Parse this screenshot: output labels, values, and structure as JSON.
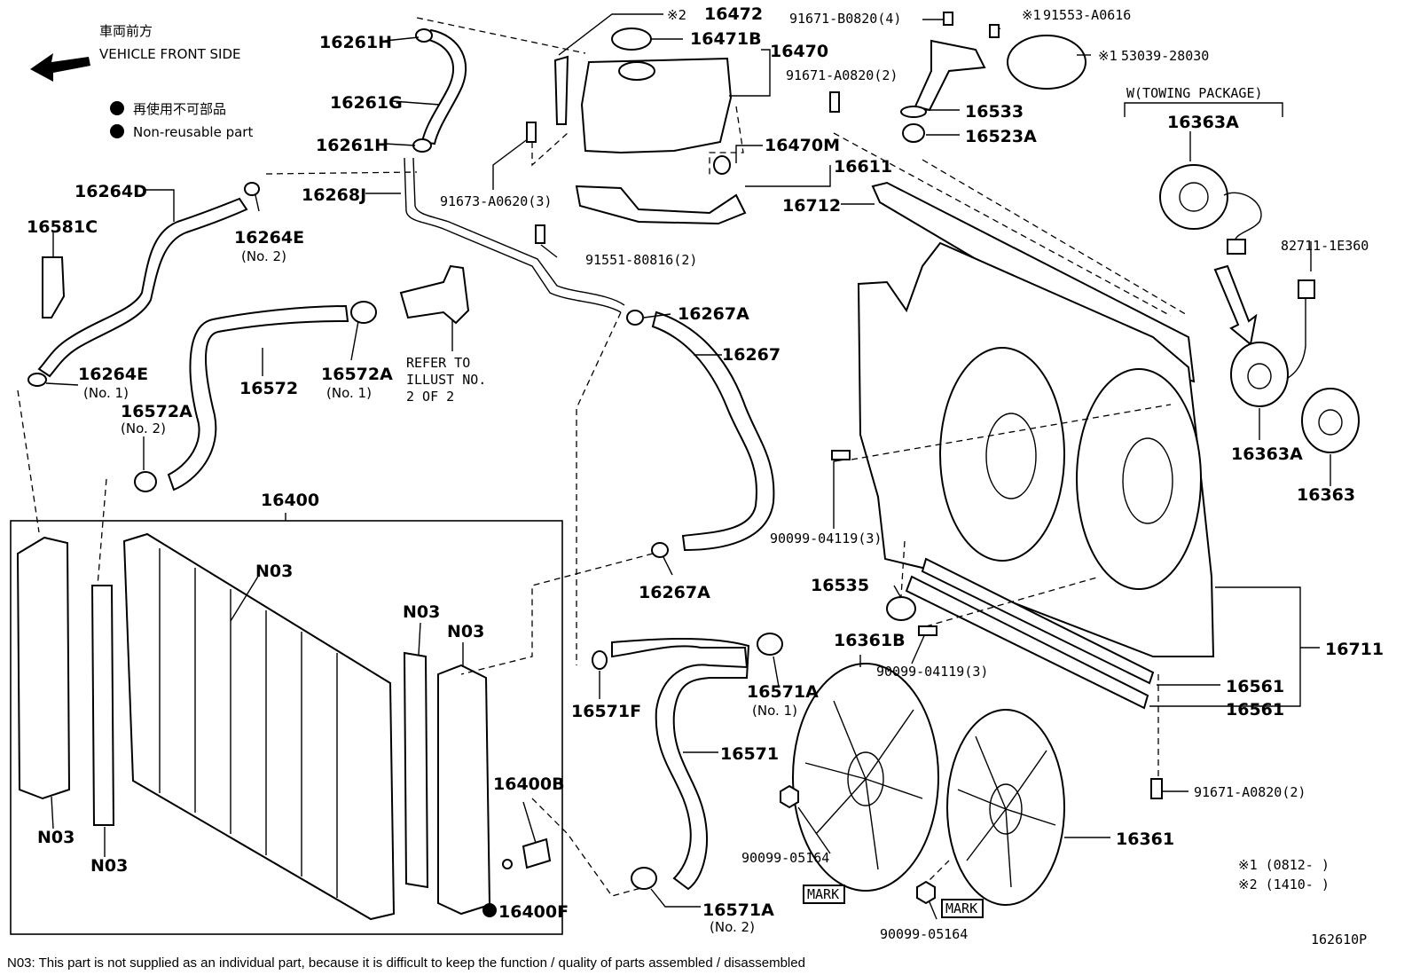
{
  "header": {
    "front_jp": "車両前方",
    "front_en": "VEHICLE FRONT SIDE",
    "legend_jp": "再使用不可部品",
    "legend_en": "Non-reusable part",
    "towing": "W(TOWING PACKAGE)"
  },
  "labels": {
    "p16261H_a": "16261H",
    "p16261G": "16261G",
    "p16261H_b": "16261H",
    "p16472": "16472",
    "mark2": "※2",
    "p16471B": "16471B",
    "p16470": "16470",
    "p91673": "91673-A0620(3)",
    "p16470M": "16470M",
    "p16611": "16611",
    "p16268J": "16268J",
    "p91671B": "91671-B0820(4)",
    "p91553": "91553-A0616",
    "mark1a": "※1",
    "p53039": "53039-28030",
    "mark1b": "※1",
    "p91671A_top": "91671-A0820(2)",
    "p16533": "16533",
    "p16523A": "16523A",
    "p16712": "16712",
    "p16363A_top": "16363A",
    "p82711": "82711-1E360",
    "p16264D": "16264D",
    "p16581C": "16581C",
    "p16264E_2": "16264E",
    "no2a": "(No. 2)",
    "p91551": "91551-80816(2)",
    "p16267A_a": "16267A",
    "p16267": "16267",
    "p16264E_1": "16264E",
    "no1a": "(No. 1)",
    "p16572": "16572",
    "p16572A_1": "16572A",
    "no1b": "(No. 1)",
    "refer1": "REFER TO",
    "refer2": "ILLUST NO.",
    "refer3": "2 OF 2",
    "p16572A_2": "16572A",
    "no2b": "(No. 2)",
    "p16400": "16400",
    "n03_a": "N03",
    "n03_b": "N03",
    "n03_c": "N03",
    "n03_d": "N03",
    "n03_e": "N03",
    "p16267A_b": "16267A",
    "p16535": "16535",
    "p90099_a": "90099-04119(3)",
    "p16363A_b": "16363A",
    "p16363": "16363",
    "p16361B": "16361B",
    "p90099_b": "90099-04119(3)",
    "p16711": "16711",
    "p16561_a": "16561",
    "p16561_b": "16561",
    "p16571F": "16571F",
    "p16571A_1": "16571A",
    "no1c": "(No. 1)",
    "p16571": "16571",
    "p16400B": "16400B",
    "p91671A_bot": "91671-A0820(2)",
    "p90099_c": "90099-05164",
    "p16361": "16361",
    "mark_a": "MARK",
    "mark_b": "MARK",
    "p16571A_2": "16571A",
    "no2c": "(No. 2)",
    "p16400F": "16400F",
    "p90099_d": "90099-05164",
    "s1": "※1 (0812-     )",
    "s2": "※2 (1410-     )",
    "fig": "162610P"
  },
  "footnote": "N03: This part is not supplied as an individual part, because it is difficult to keep the function / quality of parts assembled / disassembled"
}
